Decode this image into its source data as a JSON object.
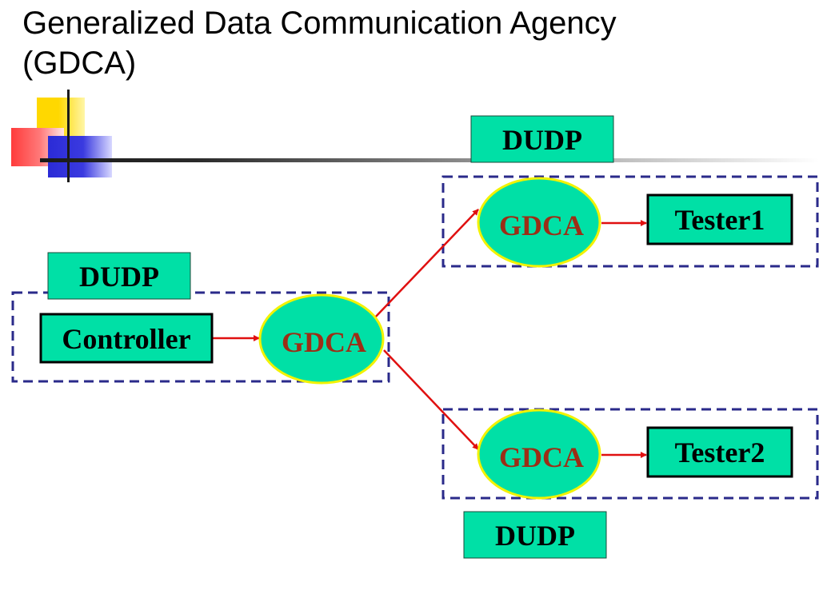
{
  "slide": {
    "title_line1": "Generalized Data Communication Agency",
    "title_line2": "(GDCA)"
  },
  "diagram": {
    "nodes": {
      "controller": "Controller",
      "gdca_center": "GDCA",
      "gdca_top": "GDCA",
      "gdca_bottom": "GDCA",
      "tester1": "Tester1",
      "tester2": "Tester2"
    },
    "labels": {
      "dudp_left": "DUDP",
      "dudp_top": "DUDP",
      "dudp_bottom": "DUDP"
    }
  },
  "colors": {
    "box_fill": "#00e0a6",
    "ellipse_fill": "#00e0a6",
    "ellipse_stroke": "#f2f200",
    "gdca_text": "#9c2e16",
    "arrow": "#e01010",
    "dashed_border": "#2a2a8a"
  }
}
